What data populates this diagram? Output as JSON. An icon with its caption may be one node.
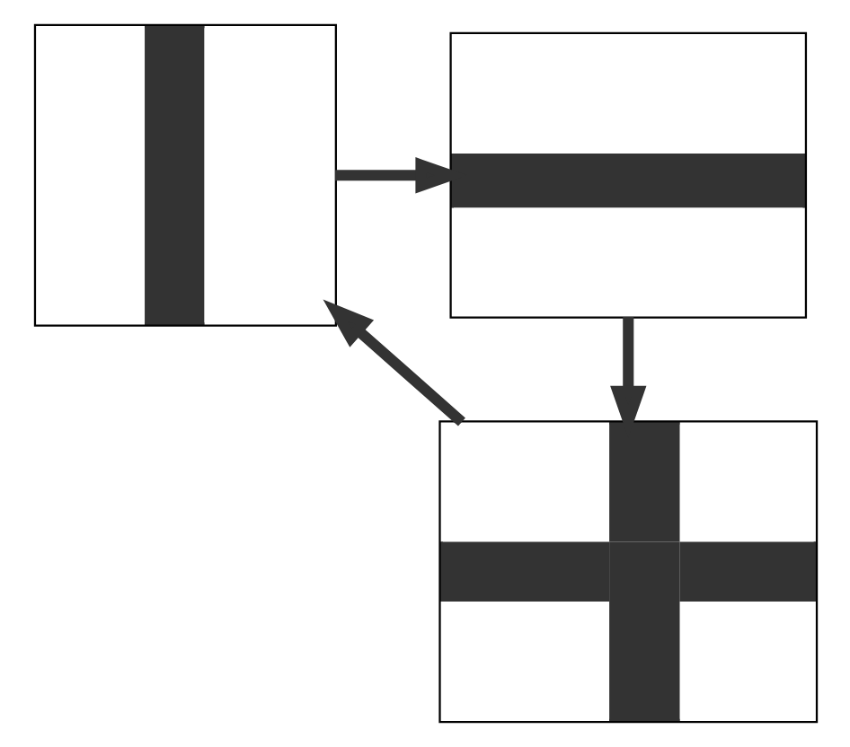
{
  "diagram": {
    "nodes": [
      {
        "text": [],
        "shape": "box"
      },
      {
        "text": [],
        "shape": "box"
      },
      {
        "text": [],
        "shape": "box"
      }
    ],
    "edges": [
      {
        "from": 0,
        "to": 1,
        "arrow": "to"
      },
      {
        "from": 1,
        "to": 2,
        "arrow": "to"
      },
      {
        "from": 2,
        "to": 0,
        "arrow": "to"
      }
    ]
  }
}
